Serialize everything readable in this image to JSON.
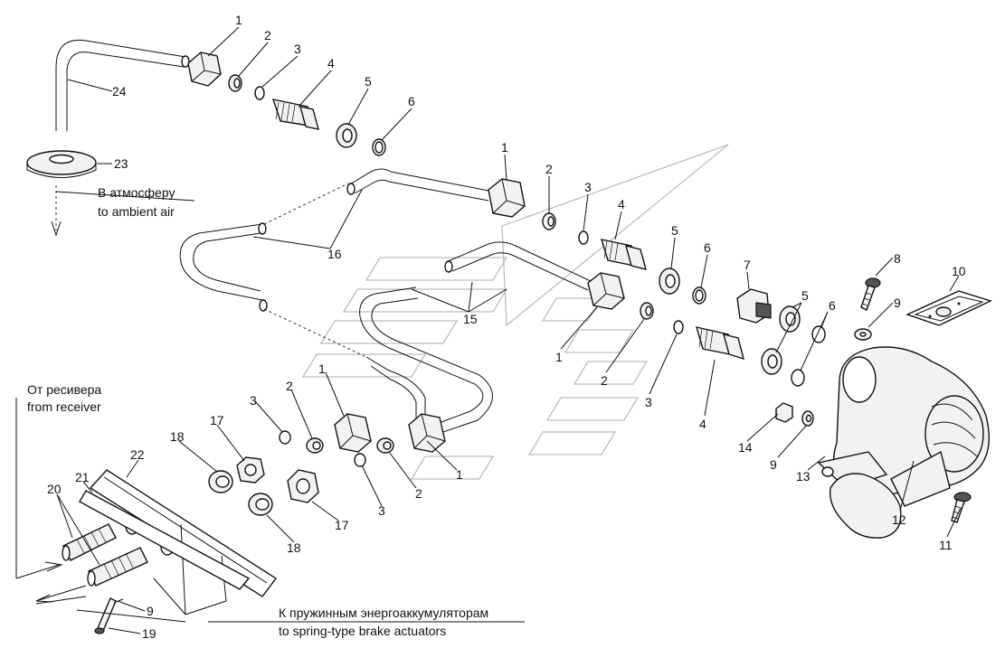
{
  "captions": {
    "atmosphere_ru": "В атмосферу",
    "atmosphere_en": "to ambient air",
    "receiver_ru": "От ресивера",
    "receiver_en": "from receiver",
    "actuators_ru": "К пружинным энергоаккумуляторам",
    "actuators_en": "to spring-type brake actuators"
  },
  "callouts": {
    "n1a": "1",
    "n2a": "2",
    "n3a": "3",
    "n4a": "4",
    "n5a": "5",
    "n6a": "6",
    "n24": "24",
    "n23": "23",
    "n1b": "1",
    "n2b": "2",
    "n3b": "3",
    "n4b": "4",
    "n5b": "5",
    "n6b": "6",
    "n16": "16",
    "n15": "15",
    "n7": "7",
    "n8": "8",
    "n10": "10",
    "n9a": "9",
    "n5c": "5",
    "n6c": "6",
    "n1c": "1",
    "n2c": "2",
    "n3c": "3",
    "n4c": "4",
    "n1d": "1",
    "n2d": "2",
    "n3d": "3",
    "n1e": "1",
    "n2e": "2",
    "n3e": "3",
    "n14": "14",
    "n9b": "9",
    "n13": "13",
    "n12": "12",
    "n11": "11",
    "n17a": "17",
    "n18a": "18",
    "n17b": "17",
    "n18b": "18",
    "n22": "22",
    "n21": "21",
    "n20": "20",
    "n9c": "9",
    "n19": "19"
  }
}
